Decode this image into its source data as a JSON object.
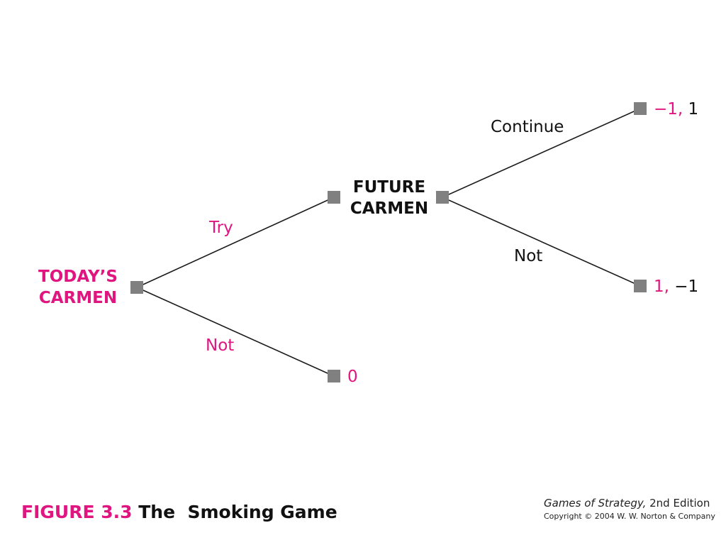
{
  "players": {
    "today": "TODAY’S CARMEN",
    "today_line1": "TODAY’S",
    "today_line2": "CARMEN",
    "future_line1": "FUTURE",
    "future_line2": "CARMEN"
  },
  "branches": {
    "try": "Try",
    "not_today": "Not",
    "continue": "Continue",
    "not_future": "Not"
  },
  "payoffs": {
    "continue": {
      "today": "−1,",
      "future": "1"
    },
    "not_future": {
      "today": "1,",
      "future": "−1"
    },
    "not_today": {
      "today": "0"
    }
  },
  "caption": {
    "figure_number": "FIGURE 3.3",
    "title": "The  Smoking Game"
  },
  "credit": {
    "book_italic": "Games of Strategy,",
    "edition": "2nd Edition",
    "copyright": "Copyright © 2004 W. W. Norton & Company"
  },
  "colors": {
    "today_player": "#e0157f",
    "future_player": "#111111",
    "node": "#808080",
    "line": "#1a1a1a"
  }
}
